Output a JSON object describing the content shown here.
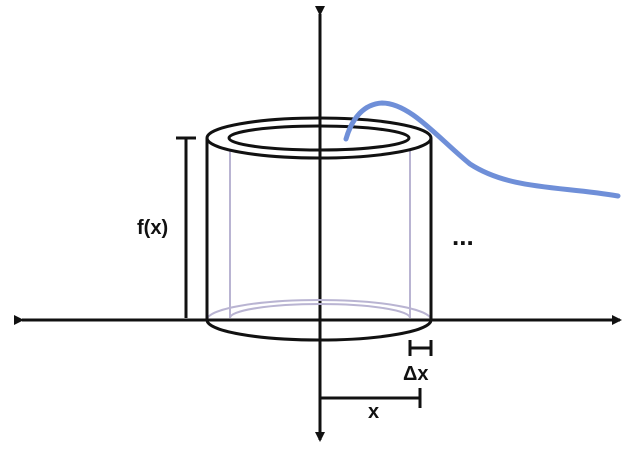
{
  "labels": {
    "height": "f(x)",
    "radius": "x",
    "thickness": "Δx",
    "continuation": "..."
  },
  "colors": {
    "ink": "#111111",
    "curve": "#6f8fd8",
    "hidden_edge": "#b9b4d2",
    "background": "#ffffff"
  }
}
